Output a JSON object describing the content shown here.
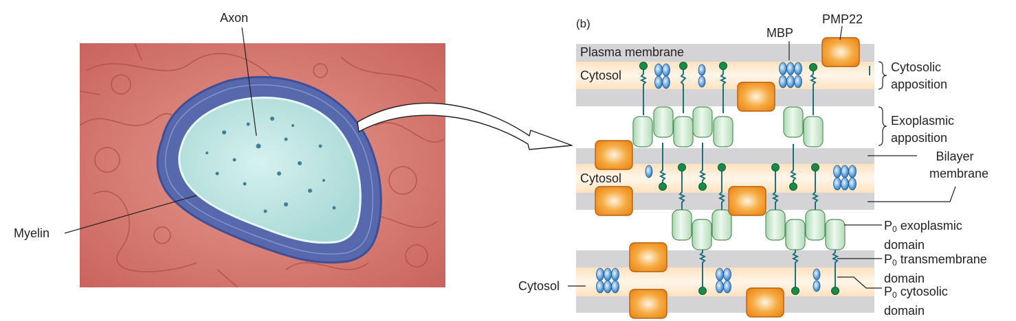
{
  "panel_label": "(b)",
  "micrograph": {
    "labels": {
      "axon": "Axon",
      "myelin": "Myelin"
    },
    "colors": {
      "background": "#d97a72",
      "myelin": "#5b6bb0",
      "axon": "#bfe6e4"
    }
  },
  "diagram": {
    "labels": {
      "plasma_membrane": "Plasma membrane",
      "cytosol_top": "Cytosol",
      "cytosol_middle": "Cytosol",
      "cytosol_bottom": "Cytosol",
      "mbp": "MBP",
      "pmp22": "PMP22",
      "cytosolic_apposition": [
        "Cytosolic",
        "apposition"
      ],
      "exoplasmic_apposition": [
        "Exoplasmic",
        "apposition"
      ],
      "bilayer_membrane": [
        "Bilayer",
        "membrane"
      ],
      "p0_exoplasmic": {
        "p": "P",
        "sub": "0",
        "rest": " exoplasmic",
        "line2": "domain"
      },
      "p0_transmembrane": {
        "p": "P",
        "sub": "0",
        "rest": " transmembrane",
        "line2": "domain"
      },
      "p0_cytosolic": {
        "p": "P",
        "sub": "0",
        "rest": " cytosolic",
        "line2": "domain"
      }
    },
    "colors": {
      "membrane": "#d4d4d6",
      "cytosol_band": "#fde8cc",
      "pmp22": "#f39a2c",
      "mbp": "#2f7fc6",
      "p0_domain": "#c8e8cc",
      "p0_head": "#1a8a4a",
      "tether": "#1d6f7a"
    }
  }
}
